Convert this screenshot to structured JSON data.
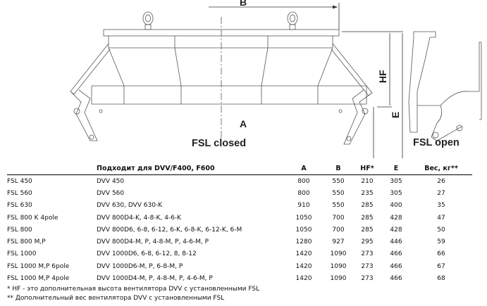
{
  "drawing": {
    "dim_b": "B",
    "dim_hf": "HF",
    "dim_e": "E",
    "dim_a": "A",
    "caption_closed": "FSL closed",
    "caption_open": "FSL open"
  },
  "table": {
    "headers": [
      "",
      "Подходит для DVV/F400, F600",
      "A",
      "B",
      "HF*",
      "E",
      "Вес, кг**"
    ],
    "rows": [
      [
        "FSL 450",
        "DVV 450",
        "800",
        "550",
        "210",
        "305",
        "26"
      ],
      [
        "FSL 560",
        "DVV 560",
        "800",
        "550",
        "235",
        "305",
        "27"
      ],
      [
        "FSL 630",
        "DVV 630, DVV 630-K",
        "910",
        "550",
        "285",
        "400",
        "35"
      ],
      [
        "FSL 800 K 4pole",
        "DVV 800D4-K, 4-8-K, 4-6-K",
        "1050",
        "700",
        "285",
        "428",
        "47"
      ],
      [
        "FSL 800",
        "DVV 800D6, 6-8, 6-12, 6-K, 6-8-K, 6-12-K, 6-M",
        "1050",
        "700",
        "285",
        "428",
        "50"
      ],
      [
        "FSL 800 M,P",
        "DVV 800D4-M, P, 4-8-M, P, 4-6-M, P",
        "1280",
        "927",
        "295",
        "446",
        "59"
      ],
      [
        "FSL 1000",
        "DVV 1000D6, 6-8, 6-12, 8, 8-12",
        "1420",
        "1090",
        "273",
        "466",
        "66"
      ],
      [
        "FSL 1000 M,P 6pole",
        "DVV 1000D6-M, P, 6-8-M, P",
        "1420",
        "1090",
        "273",
        "466",
        "67"
      ],
      [
        "FSL 1000 M,P 4pole",
        "DVV 1000D4-M, P, 4-8-M, P, 4-6-M, P",
        "1420",
        "1090",
        "273",
        "466",
        "68"
      ]
    ]
  },
  "footnotes": [
    "* HF - это дополнительная высота вентилятора DVV с установленными FSL",
    "** Дополнительный вес вентилятора DVV с установленными FSL"
  ]
}
